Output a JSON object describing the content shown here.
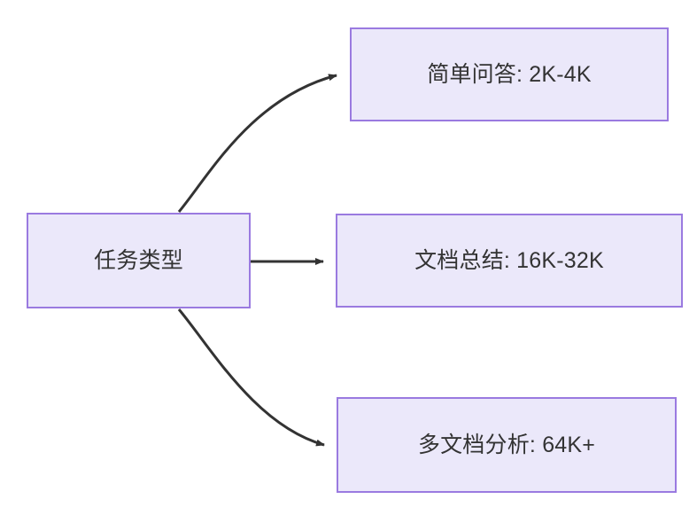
{
  "diagram": {
    "type": "flowchart",
    "direction": "left-to-right",
    "colors": {
      "node_fill": "#ebe8fa",
      "node_border": "#9a7ae0",
      "node_text": "#333333",
      "edge_stroke": "#333333",
      "background": "#ffffff"
    },
    "nodes": [
      {
        "id": "task-type",
        "label": "任务类型",
        "role": "source"
      },
      {
        "id": "simple-qa",
        "label": "简单问答: 2K-4K",
        "role": "target"
      },
      {
        "id": "doc-summary",
        "label": "文档总结: 16K-32K",
        "role": "target"
      },
      {
        "id": "multi-doc",
        "label": "多文档分析: 64K+",
        "role": "target"
      }
    ],
    "edges": [
      {
        "id": "edge-task-to-simple-qa",
        "from": "task-type",
        "to": "simple-qa",
        "style": "curved",
        "arrowhead": "filled-triangle"
      },
      {
        "id": "edge-task-to-doc-summary",
        "from": "task-type",
        "to": "doc-summary",
        "style": "straight",
        "arrowhead": "filled-triangle"
      },
      {
        "id": "edge-task-to-multi-doc",
        "from": "task-type",
        "to": "multi-doc",
        "style": "curved",
        "arrowhead": "filled-triangle"
      }
    ]
  }
}
